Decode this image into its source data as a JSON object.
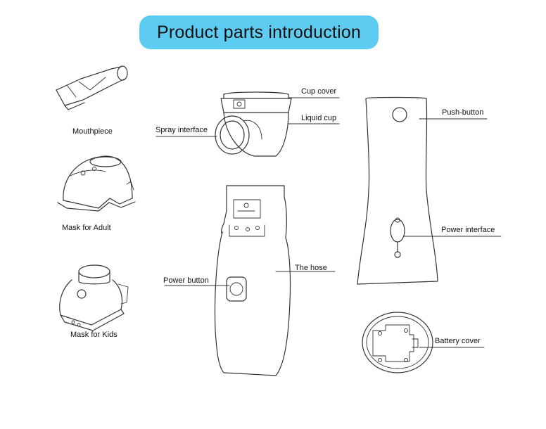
{
  "title": "Product parts introduction",
  "colors": {
    "banner": "#5ecbf0",
    "line": "#333333",
    "background": "#ffffff"
  },
  "labels": {
    "mouthpiece": "Mouthpiece",
    "mask_adult": "Mask for Adult",
    "mask_kids": "Mask for Kids",
    "spray_interface": "Spray interface",
    "cup_cover": "Cup cover",
    "liquid_cup": "Liquid cup",
    "the_hose": "The hose",
    "power_button": "Power button",
    "push_button": "Push-button",
    "power_interface": "Power interface",
    "battery_cover": "Battery cover"
  }
}
